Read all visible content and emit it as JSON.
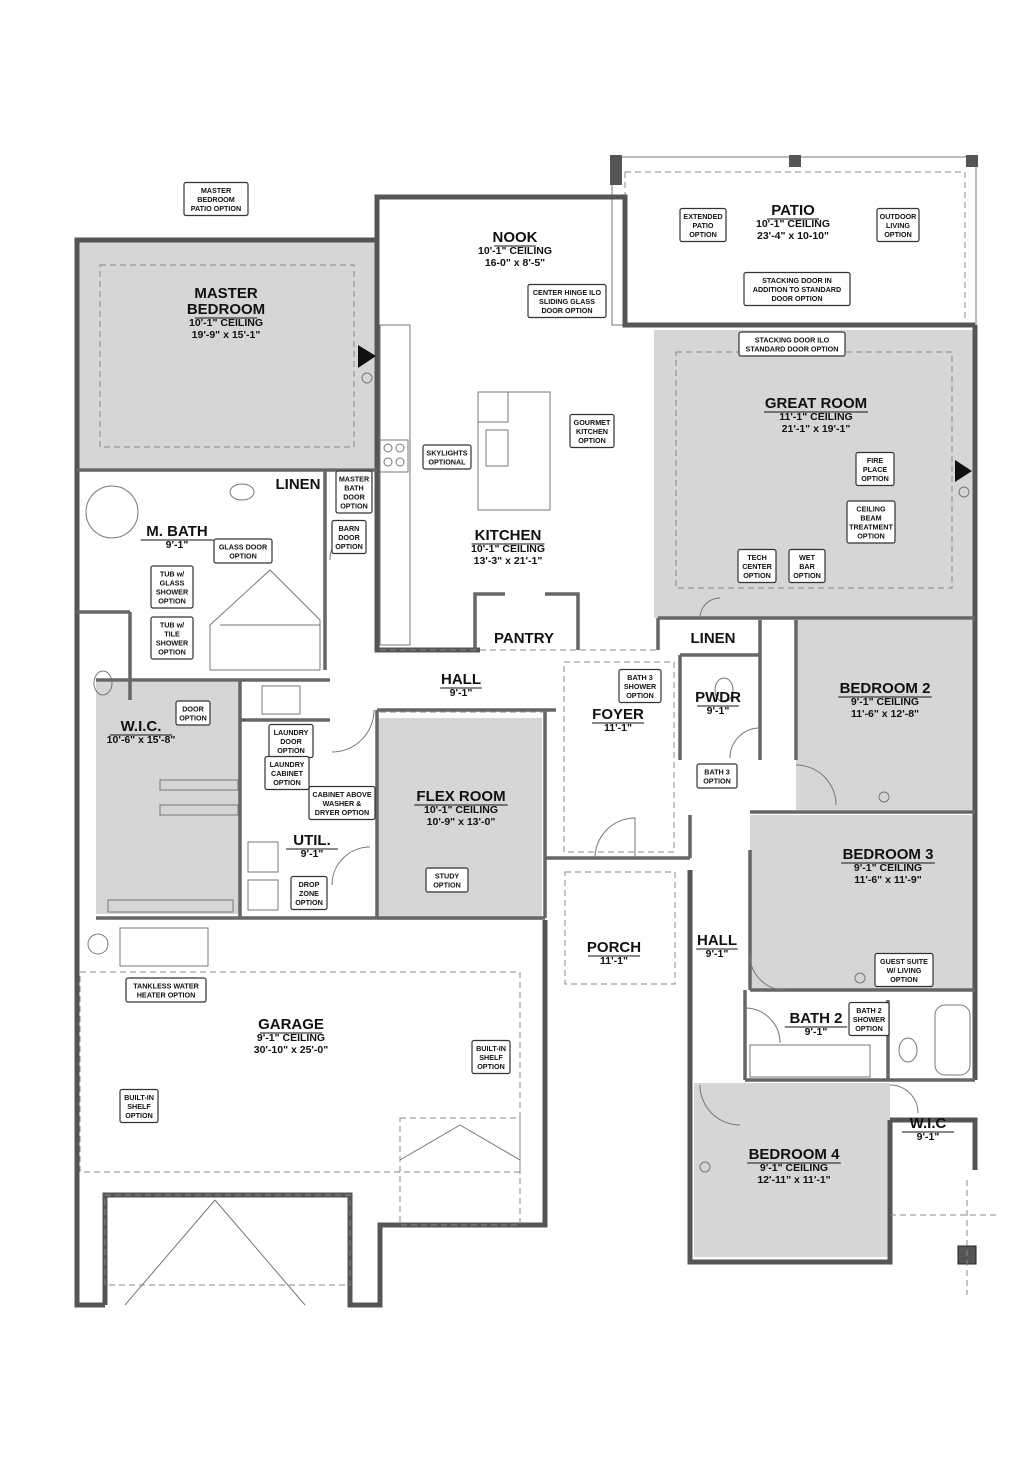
{
  "rooms": [
    {
      "key": "master_bedroom",
      "name_lines": [
        "MASTER",
        "BEDROOM"
      ],
      "dims": [
        "10'-1\" CEILING",
        "19'-9\" x 15'-1\""
      ]
    },
    {
      "key": "nook",
      "name_lines": [
        "NOOK"
      ],
      "dims": [
        "10'-1\" CEILING",
        "16-0\" x 8'-5\""
      ]
    },
    {
      "key": "patio",
      "name_lines": [
        "PATIO"
      ],
      "dims": [
        "10'-1\" CEILING",
        "23'-4\" x 10-10\""
      ]
    },
    {
      "key": "great_room",
      "name_lines": [
        "GREAT ROOM"
      ],
      "dims": [
        "11'-1\" CEILING",
        "21'-1\" x 19'-1\""
      ]
    },
    {
      "key": "m_bath",
      "name_lines": [
        "M. BATH"
      ],
      "dims": [
        "9'-1\""
      ]
    },
    {
      "key": "linen_master",
      "name_lines": [
        "LINEN"
      ],
      "dims": []
    },
    {
      "key": "kitchen",
      "name_lines": [
        "KITCHEN"
      ],
      "dims": [
        "10'-1\" CEILING",
        "13'-3\" x 21'-1\""
      ]
    },
    {
      "key": "pantry",
      "name_lines": [
        "PANTRY"
      ],
      "dims": []
    },
    {
      "key": "linen_hall",
      "name_lines": [
        "LINEN"
      ],
      "dims": []
    },
    {
      "key": "hall_main",
      "name_lines": [
        "HALL"
      ],
      "dims": [
        "9'-1\""
      ]
    },
    {
      "key": "foyer",
      "name_lines": [
        "FOYER"
      ],
      "dims": [
        "11'-1\""
      ]
    },
    {
      "key": "pwdr",
      "name_lines": [
        "PWDR"
      ],
      "dims": [
        "9'-1\""
      ]
    },
    {
      "key": "bedroom2",
      "name_lines": [
        "BEDROOM 2"
      ],
      "dims": [
        "9'-1\" CEILING",
        "11'-6\" x 12'-8\""
      ]
    },
    {
      "key": "wic_master",
      "name_lines": [
        "W.I.C."
      ],
      "dims": [
        "10'-6\" x 15'-8\""
      ]
    },
    {
      "key": "flex_room",
      "name_lines": [
        "FLEX ROOM"
      ],
      "dims": [
        "10'-1\" CEILING",
        "10'-9\" x 13'-0\""
      ]
    },
    {
      "key": "util",
      "name_lines": [
        "UTIL."
      ],
      "dims": [
        "9'-1\""
      ]
    },
    {
      "key": "bedroom3",
      "name_lines": [
        "BEDROOM 3"
      ],
      "dims": [
        "9'-1\" CEILING",
        "11'-6\" x 11'-9\""
      ]
    },
    {
      "key": "porch",
      "name_lines": [
        "PORCH"
      ],
      "dims": [
        "11'-1\""
      ]
    },
    {
      "key": "hall_bed",
      "name_lines": [
        "HALL"
      ],
      "dims": [
        "9'-1\""
      ]
    },
    {
      "key": "garage",
      "name_lines": [
        "GARAGE"
      ],
      "dims": [
        "9'-1\" CEILING",
        "30'-10\" x 25'-0\""
      ]
    },
    {
      "key": "bath2",
      "name_lines": [
        "BATH 2"
      ],
      "dims": [
        "9'-1\""
      ]
    },
    {
      "key": "wic_bed4",
      "name_lines": [
        "W.I.C"
      ],
      "dims": [
        "9'-1\""
      ]
    },
    {
      "key": "bedroom4",
      "name_lines": [
        "BEDROOM 4"
      ],
      "dims": [
        "9'-1\" CEILING",
        "12'-11\" x 11'-1\""
      ]
    }
  ],
  "options": [
    {
      "key": "master_patio",
      "lines": [
        "MASTER",
        "BEDROOM",
        "PATIO OPTION"
      ]
    },
    {
      "key": "extended_patio",
      "lines": [
        "EXTENDED",
        "PATIO",
        "OPTION"
      ]
    },
    {
      "key": "outdoor_living",
      "lines": [
        "OUTDOOR",
        "LIVING",
        "OPTION"
      ]
    },
    {
      "key": "stacking_door_add",
      "lines": [
        "STACKING DOOR IN",
        "ADDITION TO STANDARD",
        "DOOR OPTION"
      ]
    },
    {
      "key": "center_hinge",
      "lines": [
        "CENTER HINGE ILO",
        "SLIDING GLASS",
        "DOOR OPTION"
      ]
    },
    {
      "key": "stacking_door_ilo",
      "lines": [
        "STACKING DOOR ILO",
        "STANDARD DOOR OPTION"
      ]
    },
    {
      "key": "gourmet_kitchen",
      "lines": [
        "GOURMET",
        "KITCHEN",
        "OPTION"
      ]
    },
    {
      "key": "skylights",
      "lines": [
        "SKYLIGHTS",
        "OPTIONAL"
      ]
    },
    {
      "key": "fireplace",
      "lines": [
        "FIRE",
        "PLACE",
        "OPTION"
      ]
    },
    {
      "key": "ceiling_beam",
      "lines": [
        "CEILING",
        "BEAM",
        "TREATMENT",
        "OPTION"
      ]
    },
    {
      "key": "tech_center",
      "lines": [
        "TECH",
        "CENTER",
        "OPTION"
      ]
    },
    {
      "key": "wet_bar",
      "lines": [
        "WET",
        "BAR",
        "OPTION"
      ]
    },
    {
      "key": "master_bath_door",
      "lines": [
        "MASTER",
        "BATH",
        "DOOR",
        "OPTION"
      ]
    },
    {
      "key": "barn_door",
      "lines": [
        "BARN",
        "DOOR",
        "OPTION"
      ]
    },
    {
      "key": "glass_door",
      "lines": [
        "GLASS DOOR",
        "OPTION"
      ]
    },
    {
      "key": "tub_glass",
      "lines": [
        "TUB w/",
        "GLASS",
        "SHOWER",
        "OPTION"
      ]
    },
    {
      "key": "tub_tile",
      "lines": [
        "TUB w/",
        "TILE",
        "SHOWER",
        "OPTION"
      ]
    },
    {
      "key": "door_option",
      "lines": [
        "DOOR",
        "OPTION"
      ]
    },
    {
      "key": "bath3_shower",
      "lines": [
        "BATH 3",
        "SHOWER",
        "OPTION"
      ]
    },
    {
      "key": "laundry_door",
      "lines": [
        "LAUNDRY",
        "DOOR",
        "OPTION"
      ]
    },
    {
      "key": "laundry_cabinet",
      "lines": [
        "LAUNDRY",
        "CABINET",
        "OPTION"
      ]
    },
    {
      "key": "cabinet_above",
      "lines": [
        "CABINET ABOVE",
        "WASHER &",
        "DRYER OPTION"
      ]
    },
    {
      "key": "drop_zone",
      "lines": [
        "DROP",
        "ZONE",
        "OPTION"
      ]
    },
    {
      "key": "study",
      "lines": [
        "STUDY",
        "OPTION"
      ]
    },
    {
      "key": "bath3_option",
      "lines": [
        "BATH 3",
        "OPTION"
      ]
    },
    {
      "key": "guest_suite",
      "lines": [
        "GUEST SUITE",
        "W/ LIVING",
        "OPTION"
      ]
    },
    {
      "key": "tankless",
      "lines": [
        "TANKLESS WATER",
        "HEATER OPTION"
      ]
    },
    {
      "key": "builtin_shelf_right",
      "lines": [
        "BUILT-IN",
        "SHELF",
        "OPTION"
      ]
    },
    {
      "key": "builtin_shelf_left",
      "lines": [
        "BUILT-IN",
        "SHELF",
        "OPTION"
      ]
    },
    {
      "key": "bath2_shower",
      "lines": [
        "BATH 2",
        "SHOWER",
        "OPTION"
      ]
    }
  ]
}
